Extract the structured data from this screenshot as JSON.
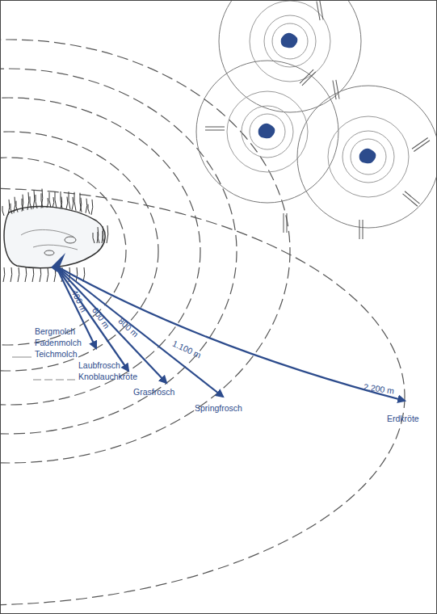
{
  "diagram": {
    "labels": [
      "400 m",
      "600 m",
      "800 m",
      "1.100 m",
      "2.200 m",
      "Bergmolch",
      "Fadenmolch",
      "Teichmolch",
      "Laubfrosch",
      "Knoblauchkröte",
      "Grasfrosch",
      "Springfrosch",
      "Erdkröte"
    ]
  }
}
